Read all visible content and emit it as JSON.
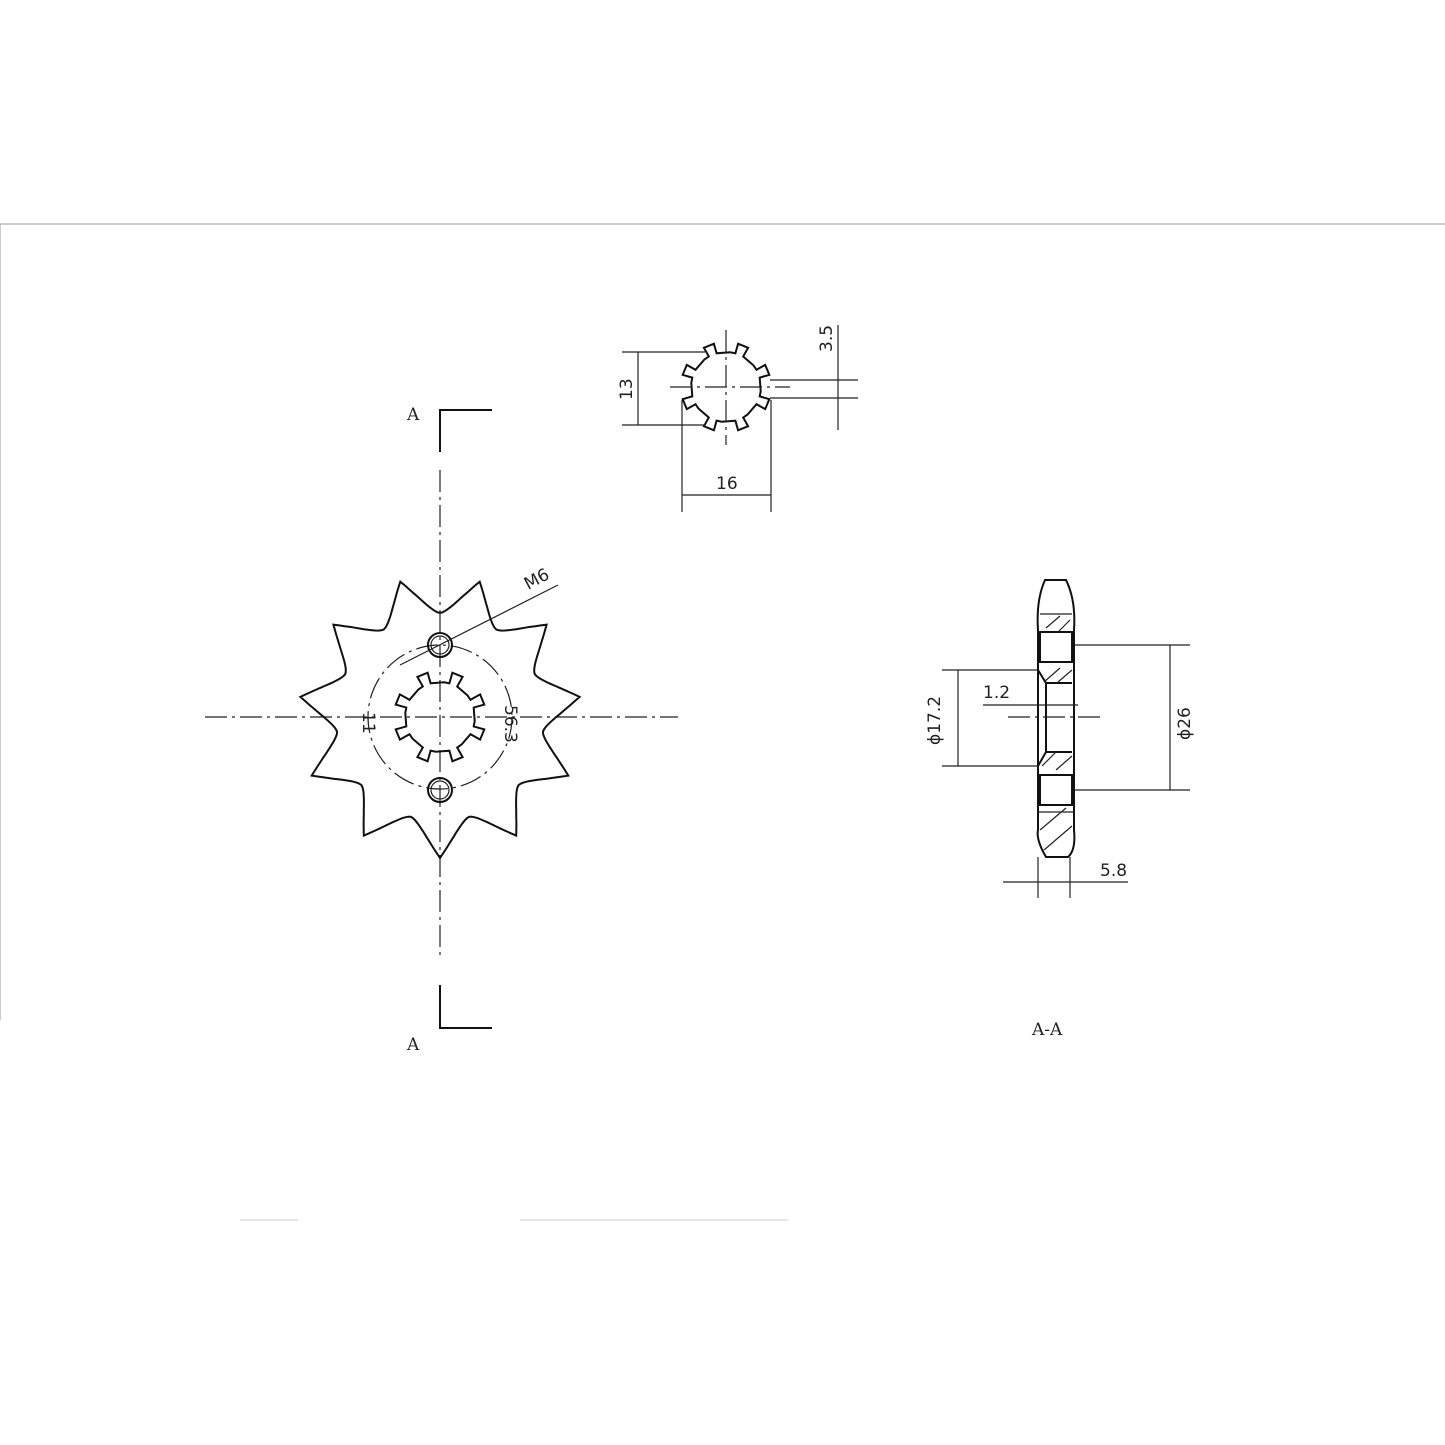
{
  "drawing": {
    "section_marker_top": "A",
    "section_marker_bottom": "A",
    "section_view_label": "A-A",
    "front_view": {
      "teeth_count": 11,
      "bolt_hole_label": "M6",
      "pcd_label_left": "11",
      "pcd_label_right": "56.3"
    },
    "spline_view": {
      "height_label": "13",
      "width_label": "16",
      "key_label": "3.5"
    },
    "section_view": {
      "bore_label": "ϕ17.2",
      "hub_label": "ϕ26",
      "offset_label": "1.2",
      "thickness_label": "5.8"
    }
  }
}
